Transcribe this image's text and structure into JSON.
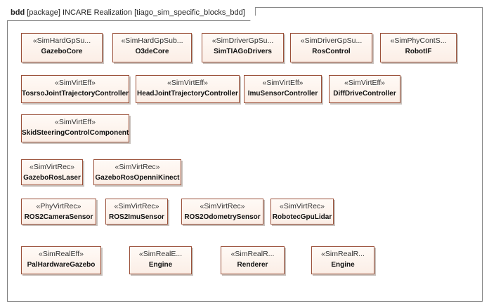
{
  "frame": {
    "keyword": "bdd",
    "title": "[package] INCARE Realization [tiago_sim_specific_blocks_bdd]"
  },
  "blocks": [
    {
      "stereotype": "«SimHardGpSu...",
      "name": "GazeboCore"
    },
    {
      "stereotype": "«SimHardGpSub...",
      "name": "O3deCore"
    },
    {
      "stereotype": "«SimDriverGpSu...",
      "name": "SimTIAGoDrivers"
    },
    {
      "stereotype": "«SimDriverGpSu...",
      "name": "RosControl"
    },
    {
      "stereotype": "«SimPhyContS...",
      "name": "RobotIF"
    },
    {
      "stereotype": "«SimVirtEff»",
      "name": "TosrsoJointTrajectoryController"
    },
    {
      "stereotype": "«SimVirtEff»",
      "name": "HeadJointTrajectoryController"
    },
    {
      "stereotype": "«SimVirtEff»",
      "name": "ImuSensorController"
    },
    {
      "stereotype": "«SimVirtEff»",
      "name": "DiffDriveController"
    },
    {
      "stereotype": "«SimVirtEff»",
      "name": "SkidSteeringControlComponent"
    },
    {
      "stereotype": "«SimVirtRec»",
      "name": "GazeboRosLaser"
    },
    {
      "stereotype": "«SimVirtRec»",
      "name": "GazeboRosOpenniKinect"
    },
    {
      "stereotype": "«PhyVirtRec»",
      "name": "ROS2CameraSensor"
    },
    {
      "stereotype": "«SimVirtRec»",
      "name": "ROS2ImuSensor"
    },
    {
      "stereotype": "«SimVirtRec»",
      "name": "ROS2OdometrySensor"
    },
    {
      "stereotype": "«SimVirtRec»",
      "name": "RobotecGpuLidar"
    },
    {
      "stereotype": "«SimRealEff»",
      "name": "PalHardwareGazebo"
    },
    {
      "stereotype": "«SimRealE...",
      "name": "Engine"
    },
    {
      "stereotype": "«SimRealR...",
      "name": "Renderer"
    },
    {
      "stereotype": "«SimRealR...",
      "name": "Engine"
    }
  ]
}
